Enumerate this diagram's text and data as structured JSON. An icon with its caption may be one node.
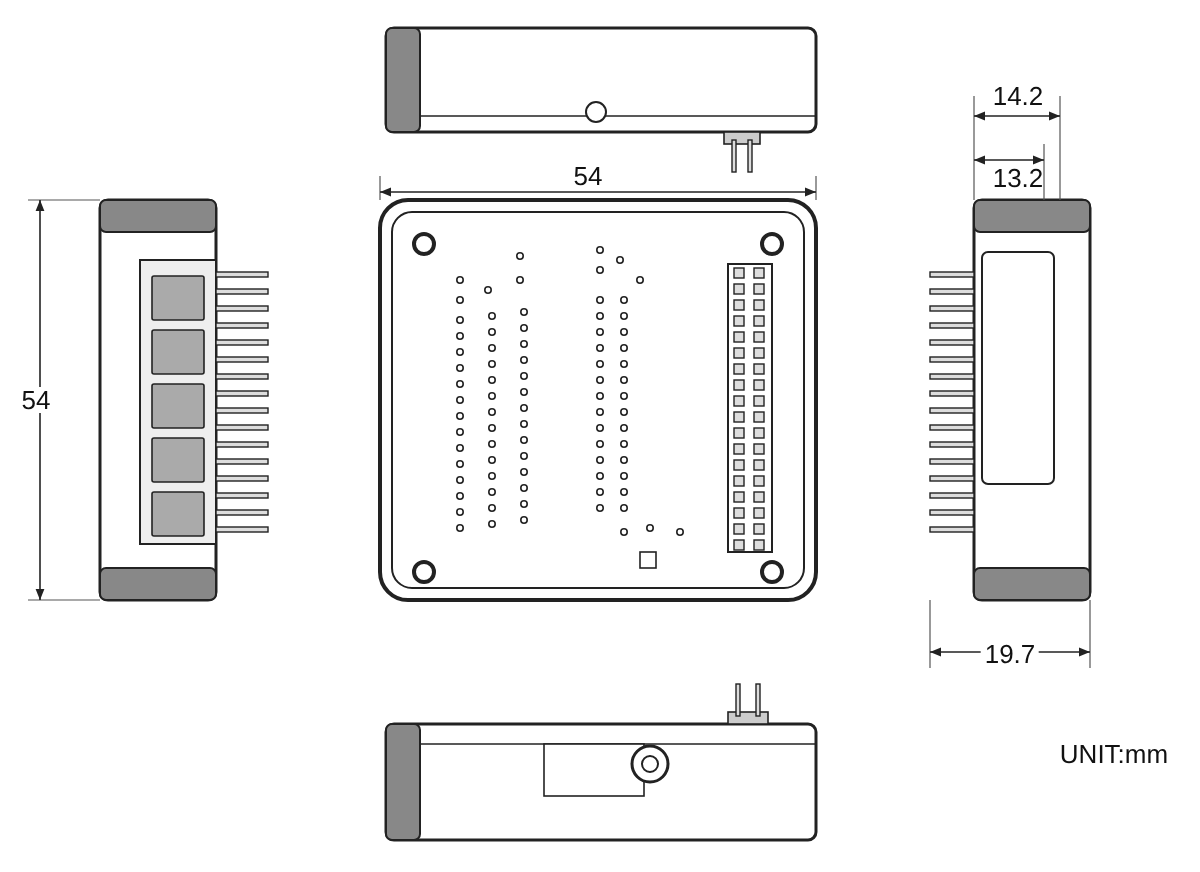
{
  "diagram": {
    "labels": [
      "14.2",
      "54",
      "13.2",
      "54",
      "19.7",
      "UNIT:mm"
    ]
  }
}
